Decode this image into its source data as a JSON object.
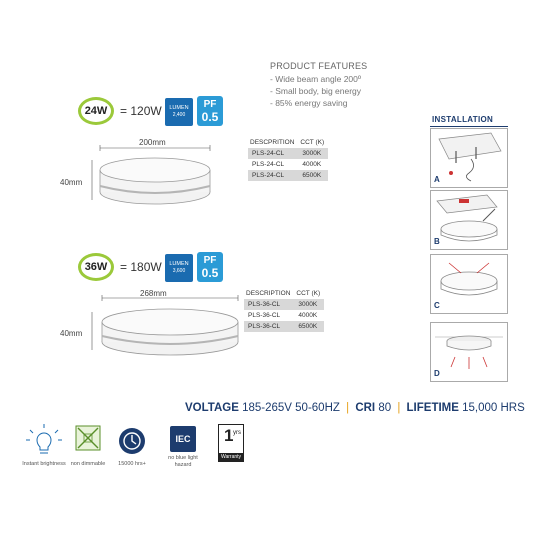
{
  "features": {
    "title": "PRODUCT FEATURES",
    "items": [
      "- Wide beam angle 200º",
      "- Small body, big energy",
      "- 85% energy saving"
    ]
  },
  "product_24": {
    "watt": "24W",
    "equiv": "= 120W",
    "lumen_label": "LUMEN",
    "lumen_value": "2,400",
    "pf_label": "PF",
    "pf_value": "0.5",
    "width_label": "200mm",
    "height_label": "40mm",
    "table": {
      "headers": [
        "DESCPRITION",
        "CCT (K)"
      ],
      "rows": [
        [
          "PLS-24-CL",
          "3000K"
        ],
        [
          "PLS-24-CL",
          "4000K"
        ],
        [
          "PLS-24-CL",
          "6500K"
        ]
      ]
    }
  },
  "product_36": {
    "watt": "36W",
    "equiv": "= 180W",
    "lumen_label": "LUMEN",
    "lumen_value": "3,600",
    "pf_label": "PF",
    "pf_value": "0.5",
    "width_label": "268mm",
    "height_label": "40mm",
    "table": {
      "headers": [
        "DESCRIPTION",
        "CCT (K)"
      ],
      "rows": [
        [
          "PLS-36-CL",
          "3000K"
        ],
        [
          "PLS-36-CL",
          "4000K"
        ],
        [
          "PLS-36-CL",
          "6500K"
        ]
      ]
    }
  },
  "installation": {
    "title": "INSTALLATION",
    "steps": [
      "A",
      "B",
      "C",
      "D"
    ]
  },
  "specs": {
    "voltage_label": "VOLTAGE",
    "voltage_value": "185-265V 50-60HZ",
    "cri_label": "CRI",
    "cri_value": "80",
    "lifetime_label": "LIFETIME",
    "lifetime_value": "15,000 HRS",
    "separator": "|"
  },
  "icons": {
    "instant": "Instant brightness",
    "dimmable": "non dimmable",
    "hours": "15000 hrs+",
    "iec_text": "IEC",
    "iec_label": "no blue light hazard",
    "warranty_num": "1",
    "warranty_unit": "yrs",
    "warranty_label": "Warranty"
  },
  "colors": {
    "accent_green": "#9bc93a",
    "lumen_blue": "#1a6bb0",
    "pf_blue": "#2b9bd6",
    "navy": "#1d3c6e",
    "separator_orange": "#e6a21c"
  }
}
